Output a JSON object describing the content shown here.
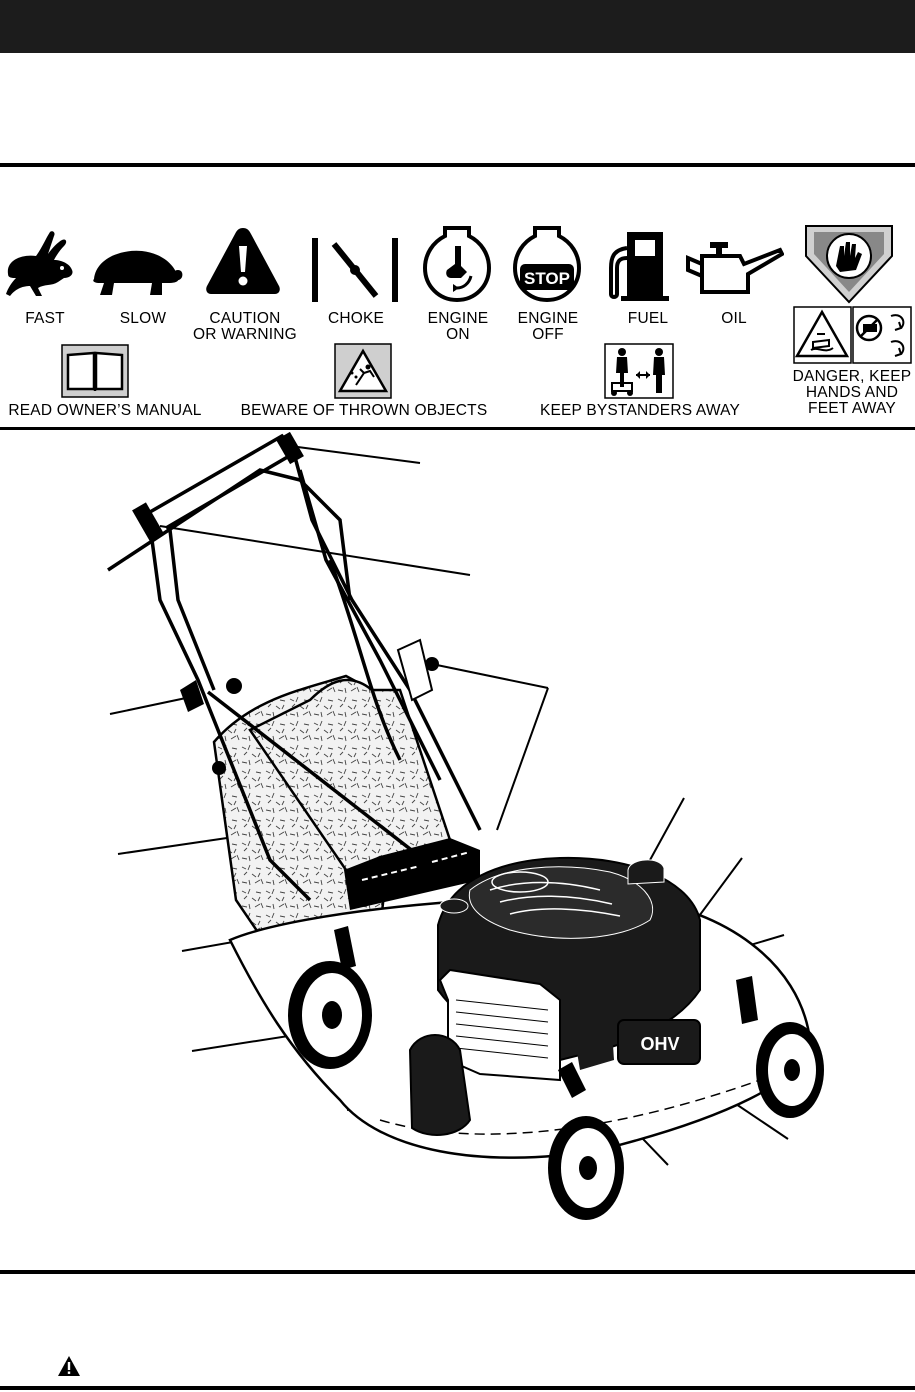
{
  "symbols": {
    "fast": "FAST",
    "slow": "SLOW",
    "caution": "CAUTION\nOR WARNING",
    "choke": "CHOKE",
    "engine_on": "ENGINE\nON",
    "engine_off": "ENGINE\nOFF",
    "stop_text": "STOP",
    "fuel": "FUEL",
    "oil": "OIL",
    "read_manual": "READ OWNER’S MANUAL",
    "thrown_objects": "BEWARE OF THROWN OBJECTS",
    "bystanders": "KEEP BYSTANDERS AWAY",
    "danger": "DANGER, KEEP\nHANDS AND\nFEET AWAY"
  },
  "diagram": {
    "engine_badge": "OHV"
  },
  "colors": {
    "ink": "#000000",
    "header_bar": "#1c1c1c",
    "engine": "#1a1a1a",
    "bag_fill": "#e8e8e8"
  }
}
